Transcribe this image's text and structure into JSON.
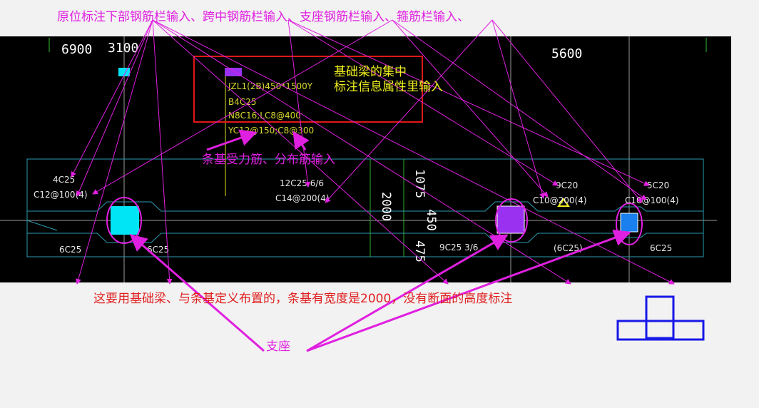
{
  "annotations": {
    "top_line": "原位标注下部钢筋栏输入、跨中钢筋栏输入、支座钢筋栏输入、箍筋栏输入、",
    "collective_1": "基础梁的集中",
    "collective_2": "标注信息属性里输入",
    "strip_rebar": "条基受力筋、分布筋输入",
    "bottom_note": "这要用基础梁、与条基定义布置的，条基有宽度是2000，没有断面的高度标注",
    "support": "支座"
  },
  "drawing": {
    "dims": {
      "d6900": "6900",
      "d3100": "3100",
      "d5600": "5600",
      "d2000": "2000",
      "d1075": "1075",
      "d450": "450",
      "d475": "475"
    },
    "beam_label": {
      "l1": "JZL1(2B)450*1500Y",
      "l2": "B4C25",
      "l3": "N8C16;LC8@400",
      "l4": "YC12@150;C8@300"
    },
    "rebar": {
      "left_top": "4C25",
      "left_stirrup": "C12@100(4)",
      "left_bottom1": "6C25",
      "left_bottom2": "6C25",
      "mid_top": "12C25 6/6",
      "mid_stirrup": "C14@200(4)",
      "right_top1": "9C20",
      "right_stirrup1": "C10@200(4)",
      "right_top2": "5C20",
      "right_stirrup2": "C10@100(4)",
      "right_bottom1": "9C25 3/6",
      "right_bottom2": "(6C25)",
      "right_bottom3": "6C25"
    }
  },
  "colors": {
    "annotation": "#e020e0",
    "cyan_column": "#00e5f5",
    "purple_column": "#9a30f0",
    "blue_column": "#1a80f0",
    "outline": "#2a9ab0"
  }
}
